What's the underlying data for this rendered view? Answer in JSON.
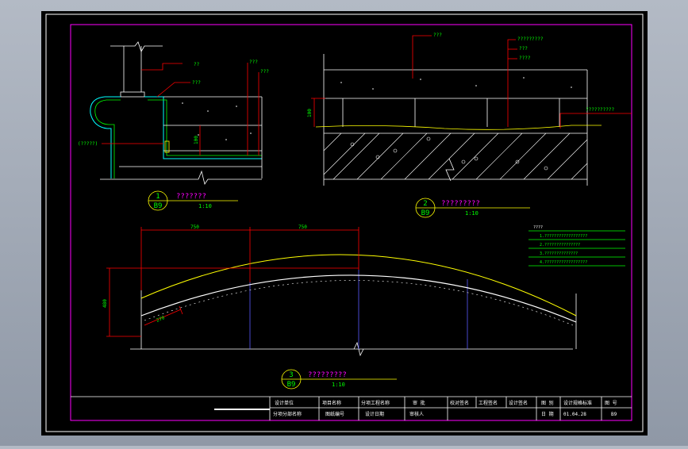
{
  "colors": {
    "paper": "#000000",
    "frame": "#ffffff",
    "border": "#ff00ff",
    "red": "#ff0000",
    "green": "#00ff00",
    "yellow": "#ffff00",
    "cyan": "#00ffff",
    "white": "#ffffff",
    "blue": "#5a5aff",
    "panel": "#a4acb8"
  },
  "detail1": {
    "number": "1",
    "sheet": "B9",
    "title": "???????",
    "scale": "1:10",
    "callouts": [
      "??",
      "???",
      "???",
      "???"
    ],
    "left_note": "(?????)",
    "dim": "100"
  },
  "detail2": {
    "number": "2",
    "sheet": "B9",
    "title": "?????????",
    "scale": "1:10",
    "callouts": [
      "???",
      "?????????",
      "???",
      "????",
      "??????????"
    ],
    "dim": "100"
  },
  "detail3": {
    "number": "3",
    "sheet": "B9",
    "title": "?????????",
    "scale": "1:10",
    "dims": [
      "750",
      "750",
      "480",
      "270"
    ]
  },
  "notes": {
    "heading": "????",
    "items": [
      "1.??????????????????",
      "2.???????????????",
      "3.??????????????",
      "4.??????????????????"
    ]
  },
  "title_block": {
    "row1": [
      "设计单位",
      "项目名称",
      "分项工程名称",
      "审  批",
      "校对签名",
      "工程签名",
      "设计签名",
      "图  别",
      "设计规格标准",
      "图  号"
    ],
    "row2": [
      "分项分部名称",
      "图纸编号",
      "设计日期",
      "审核人",
      "日  期",
      "01.04.28",
      "B9"
    ]
  }
}
